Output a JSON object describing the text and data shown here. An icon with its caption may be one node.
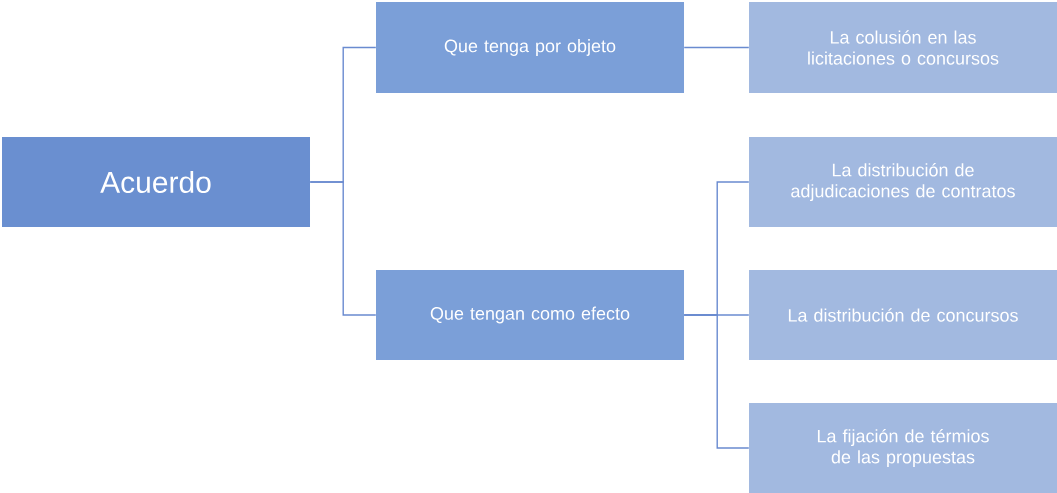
{
  "diagram": {
    "nodes": [
      {
        "text": [
          "Acuerdo"
        ]
      },
      {
        "text": [
          "Que tenga por objeto"
        ]
      },
      {
        "text": [
          "La colusión en las licitaciones o concursos"
        ]
      },
      {
        "text": [
          "Que tengan como efecto"
        ]
      },
      {
        "text": [
          "La distribución de adjudicaciones de contratos"
        ]
      },
      {
        "text": [
          "La distribución de concursos"
        ]
      },
      {
        "text": [
          "La fijación de térmios de las propuestas"
        ]
      }
    ],
    "edges": [
      {
        "from": 0,
        "to": 1,
        "arrow": "none"
      },
      {
        "from": 0,
        "to": 3,
        "arrow": "none"
      },
      {
        "from": 1,
        "to": 2,
        "arrow": "none"
      },
      {
        "from": 3,
        "to": 4,
        "arrow": "none"
      },
      {
        "from": 3,
        "to": 5,
        "arrow": "none"
      },
      {
        "from": 3,
        "to": 6,
        "arrow": "none"
      }
    ]
  }
}
